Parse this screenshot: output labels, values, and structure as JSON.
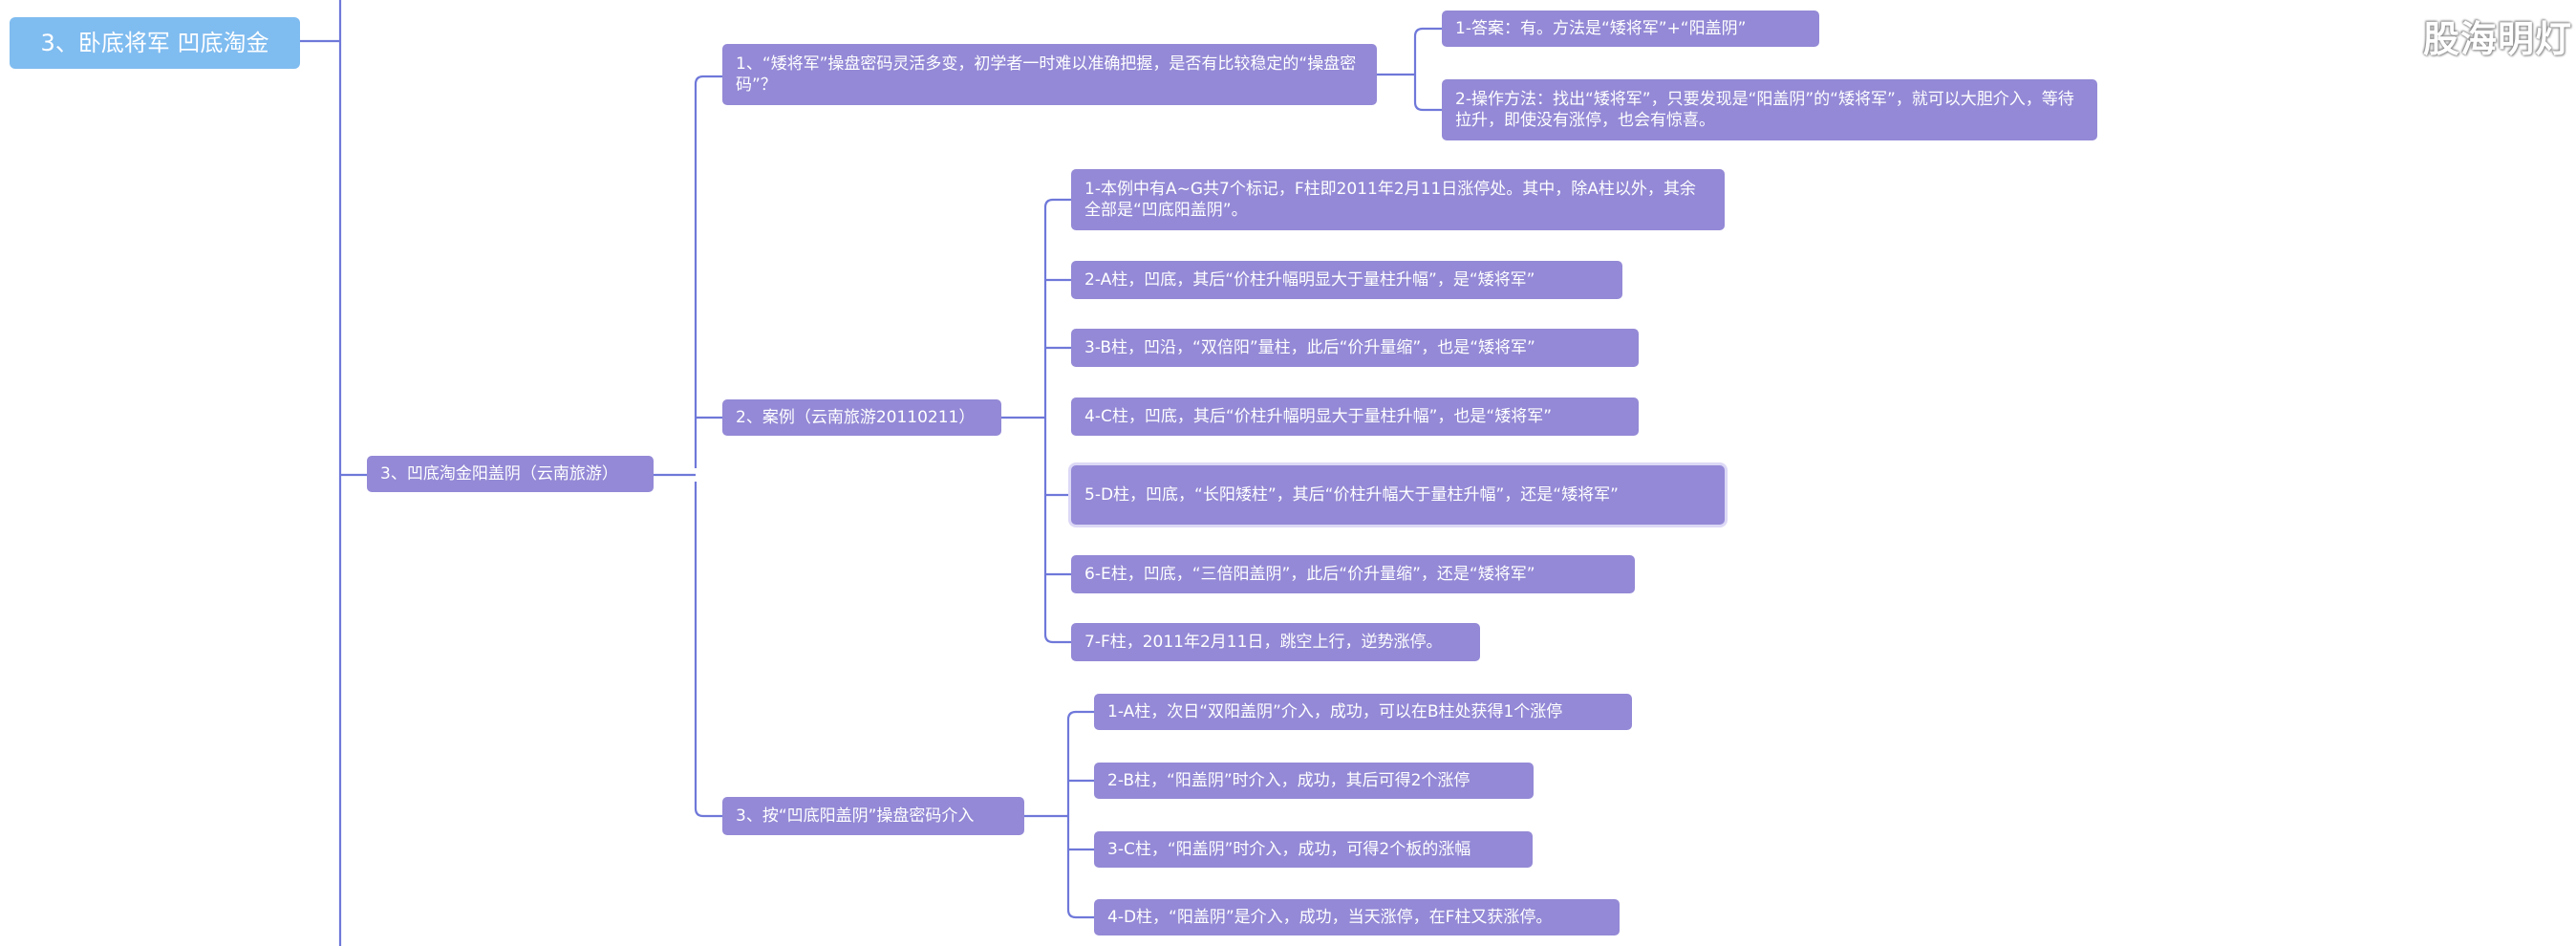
{
  "root": {
    "label": "3、卧底将军  凹底淘金"
  },
  "branch": {
    "label": "3、凹底淘金阳盖阴（云南旅游）"
  },
  "topics": [
    {
      "label": "1、“矮将军”操盘密码灵活多变，初学者一时难以准确把握，是否有比较稳定的“操盘密码”？",
      "children": [
        "1-答案：有。方法是“矮将军”+“阳盖阴”",
        "2-操作方法：找出“矮将军”，只要发现是“阳盖阴”的“矮将军”，就可以大胆介入，等待拉升，即使没有涨停，也会有惊喜。"
      ]
    },
    {
      "label": "2、案例（云南旅游20110211）",
      "children": [
        "1-本例中有A~G共7个标记，F柱即2011年2月11日涨停处。其中，除A柱以外，其余全部是“凹底阳盖阴”。",
        "2-A柱，凹底，其后“价柱升幅明显大于量柱升幅”，是“矮将军”",
        "3-B柱，凹沿，“双倍阳”量柱，此后“价升量缩”，也是“矮将军”",
        "4-C柱，凹底，其后“价柱升幅明显大于量柱升幅”，也是“矮将军”",
        "5-D柱，凹底，“长阳矮柱”，其后“价柱升幅大于量柱升幅”，还是“矮将军”",
        "6-E柱，凹底，“三倍阳盖阴”，此后“价升量缩”，还是“矮将军”",
        "7-F柱，2011年2月11日，跳空上行，逆势涨停。"
      ]
    },
    {
      "label": "3、按“凹底阳盖阴”操盘密码介入",
      "children": [
        "1-A柱，次日“双阳盖阴”介入，成功，可以在B柱处获得1个涨停",
        "2-B柱，“阳盖阴”时介入，成功，其后可得2个涨停",
        "3-C柱，“阳盖阴”时介入，成功，可得2个板的涨幅",
        "4-D柱，“阳盖阴”是介入，成功，当天涨停，在F柱又获涨停。"
      ]
    }
  ],
  "watermark": "股海明灯",
  "colors": {
    "node": "#9389d6",
    "root": "#7fbcf0",
    "line": "#6f78d9"
  }
}
